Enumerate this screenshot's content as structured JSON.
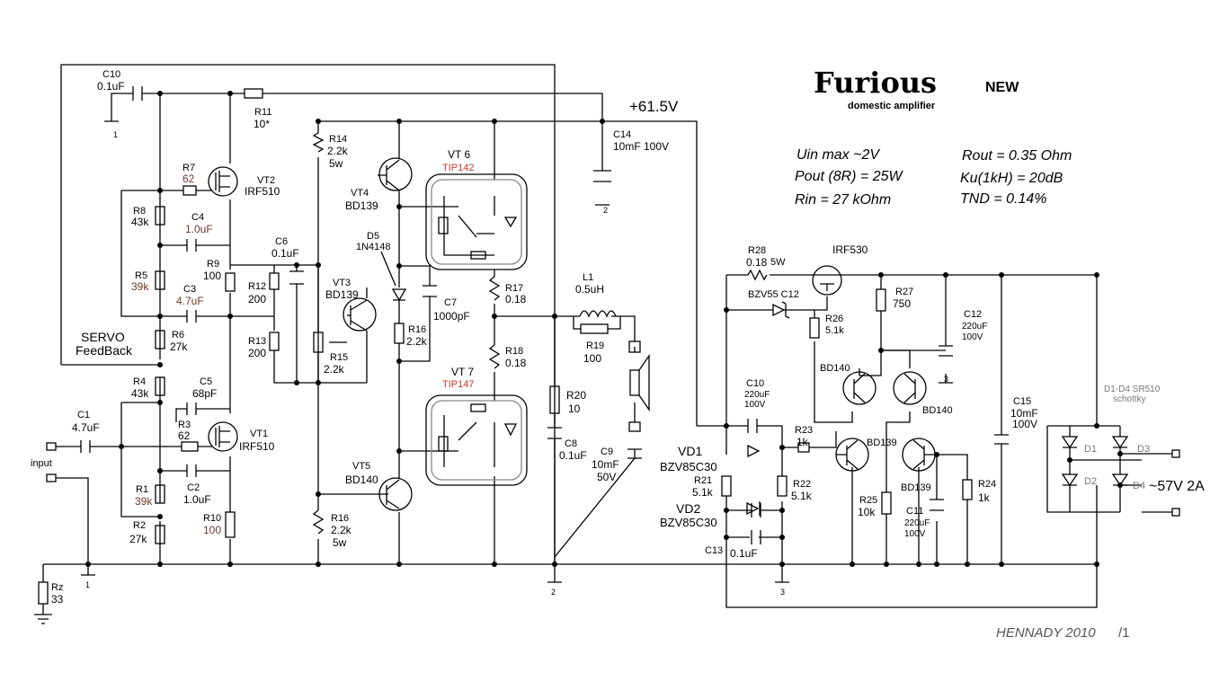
{
  "title": "Furious",
  "badge": "NEW",
  "subtitle": "domestic amplifier",
  "author": "HENNADY 2010",
  "author_suffix": "/1",
  "specs": {
    "uin": "Uin max ~2V",
    "pout": "Pout (8R) = 25W",
    "rin": "Rin =  27 kOhm",
    "rout": "Rout = 0.35 Ohm",
    "ku": "Ku(1kH) = 20dB",
    "tnd": "TND = 0.14%"
  },
  "rails": {
    "positive": "+61.5V",
    "ac_in": "~57V 2A"
  },
  "notes": {
    "servo": "SERVO",
    "feedback": "FeedBack",
    "input": "input",
    "bridge": "D1-D4 SR510",
    "schottky": "schottky"
  },
  "grounds": {
    "g1a": "1",
    "g1b": "1",
    "g2a": "2",
    "g2b": "2",
    "g3a": "3",
    "g3b": "3"
  },
  "components": {
    "C10": {
      "ref": "C10",
      "val": "0.1uF"
    },
    "R11": {
      "ref": "R11",
      "val": "10*"
    },
    "R7": {
      "ref": "R7",
      "val": "62"
    },
    "VT2": {
      "ref": "VT2",
      "val": "IRF510"
    },
    "R8": {
      "ref": "R8",
      "val": "43k"
    },
    "C4": {
      "ref": "C4",
      "val": "1.0uF"
    },
    "R5": {
      "ref": "R5",
      "val": "39k"
    },
    "R9": {
      "ref": "R9",
      "val": "100"
    },
    "C3": {
      "ref": "C3",
      "val": "4.7uF"
    },
    "R6": {
      "ref": "R6",
      "val": "27k"
    },
    "R4": {
      "ref": "R4",
      "val": "43k"
    },
    "C5": {
      "ref": "C5",
      "val": "68pF"
    },
    "C1": {
      "ref": "C1",
      "val": "4.7uF"
    },
    "R3": {
      "ref": "R3",
      "val": "62"
    },
    "VT1": {
      "ref": "VT1",
      "val": "IRF510"
    },
    "R1": {
      "ref": "R1",
      "val": "39k"
    },
    "C2": {
      "ref": "C2",
      "val": "1.0uF"
    },
    "R2": {
      "ref": "R2",
      "val": "27k"
    },
    "R10": {
      "ref": "R10",
      "val": "100"
    },
    "Rz": {
      "ref": "Rz",
      "val": "33"
    },
    "C6": {
      "ref": "C6",
      "val": "0.1uF"
    },
    "R12": {
      "ref": "R12",
      "val": "200"
    },
    "R13": {
      "ref": "R13",
      "val": "200"
    },
    "VT3": {
      "ref": "VT3",
      "val": "BD139"
    },
    "R15": {
      "ref": "R15",
      "val": "2.2k"
    },
    "R14": {
      "ref": "R14",
      "val": "2.2k",
      "pw": "5w"
    },
    "VT4": {
      "ref": "VT4",
      "val": "BD139"
    },
    "D5": {
      "ref": "D5",
      "val": "1N4148"
    },
    "C7": {
      "ref": "C7",
      "val": "1000pF"
    },
    "R16a": {
      "ref": "R16",
      "val": "2.2k"
    },
    "VT5": {
      "ref": "VT5",
      "val": "BD140"
    },
    "R16b": {
      "ref": "R16",
      "val": "2.2k",
      "pw": "5w"
    },
    "VT6": {
      "ref": "VT 6",
      "val": "TIP142"
    },
    "VT7": {
      "ref": "VT 7",
      "val": "TIP147"
    },
    "R17": {
      "ref": "R17",
      "val": "0.18"
    },
    "R18": {
      "ref": "R18",
      "val": "0.18"
    },
    "C14": {
      "ref": "C14",
      "val": "10mF 100V"
    },
    "L1": {
      "ref": "L1",
      "val": "0.5uH"
    },
    "R19": {
      "ref": "R19",
      "val": "100"
    },
    "R20": {
      "ref": "R20",
      "val": "10"
    },
    "C8": {
      "ref": "C8",
      "val": "0.1uF"
    },
    "C9": {
      "ref": "C9",
      "val": "10mF",
      "v": "50V"
    },
    "R28": {
      "ref": "R28",
      "val": "0.18",
      "pw": "5W"
    },
    "Q530": {
      "val": "IRF530"
    },
    "BZV55": {
      "ref": "BZV55 C12"
    },
    "R27": {
      "ref": "R27",
      "val": "750"
    },
    "C12": {
      "ref": "C12",
      "val": "220uF",
      "v": "100V"
    },
    "R26": {
      "ref": "R26",
      "val": "5.1k"
    },
    "BD140a": {
      "val": "BD140"
    },
    "BD140b": {
      "val": "BD140"
    },
    "C10b": {
      "ref": "C10",
      "val": "220uF",
      "v": "100V"
    },
    "VD1": {
      "ref": "VD1",
      "val": "BZV85C30"
    },
    "VD2": {
      "ref": "VD2",
      "val": "BZV85C30"
    },
    "R21": {
      "ref": "R21",
      "val": "5.1k"
    },
    "R22": {
      "ref": "R22",
      "val": "5.1k"
    },
    "R23": {
      "ref": "R23",
      "val": "1k"
    },
    "BD139a": {
      "val": "BD139"
    },
    "BD139b": {
      "val": "BD139"
    },
    "R25": {
      "ref": "R25",
      "val": "10k"
    },
    "C11": {
      "ref": "C11",
      "val": "220uF",
      "v": "100V"
    },
    "R24": {
      "ref": "R24",
      "val": "1k"
    },
    "C13": {
      "ref": "C13",
      "val": "0.1uF"
    },
    "C15": {
      "ref": "C15",
      "val": "10mF",
      "v": "100V"
    },
    "D1": {
      "ref": "D1"
    },
    "D2": {
      "ref": "D2"
    },
    "D3": {
      "ref": "D3"
    },
    "D4": {
      "ref": "D4"
    }
  }
}
